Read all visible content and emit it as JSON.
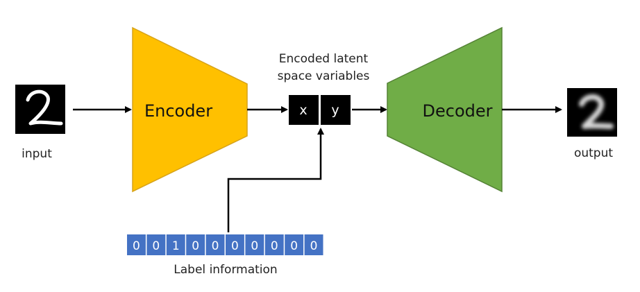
{
  "input": {
    "label": "input"
  },
  "output": {
    "label": "output"
  },
  "encoder": {
    "label": "Encoder",
    "color": "#FFC000",
    "border": "#D6A21A"
  },
  "decoder": {
    "label": "Decoder",
    "color": "#70AD47",
    "border": "#548235"
  },
  "latent": {
    "caption_line1": "Encoded latent",
    "caption_line2": "space variables",
    "var_x": "x",
    "var_y": "y",
    "box_color": "#000000"
  },
  "label_info": {
    "caption": "Label information",
    "digits": [
      "0",
      "0",
      "1",
      "0",
      "0",
      "0",
      "0",
      "0",
      "0",
      "0"
    ],
    "cell_color": "#4472C4"
  },
  "digit_glyph": "2"
}
